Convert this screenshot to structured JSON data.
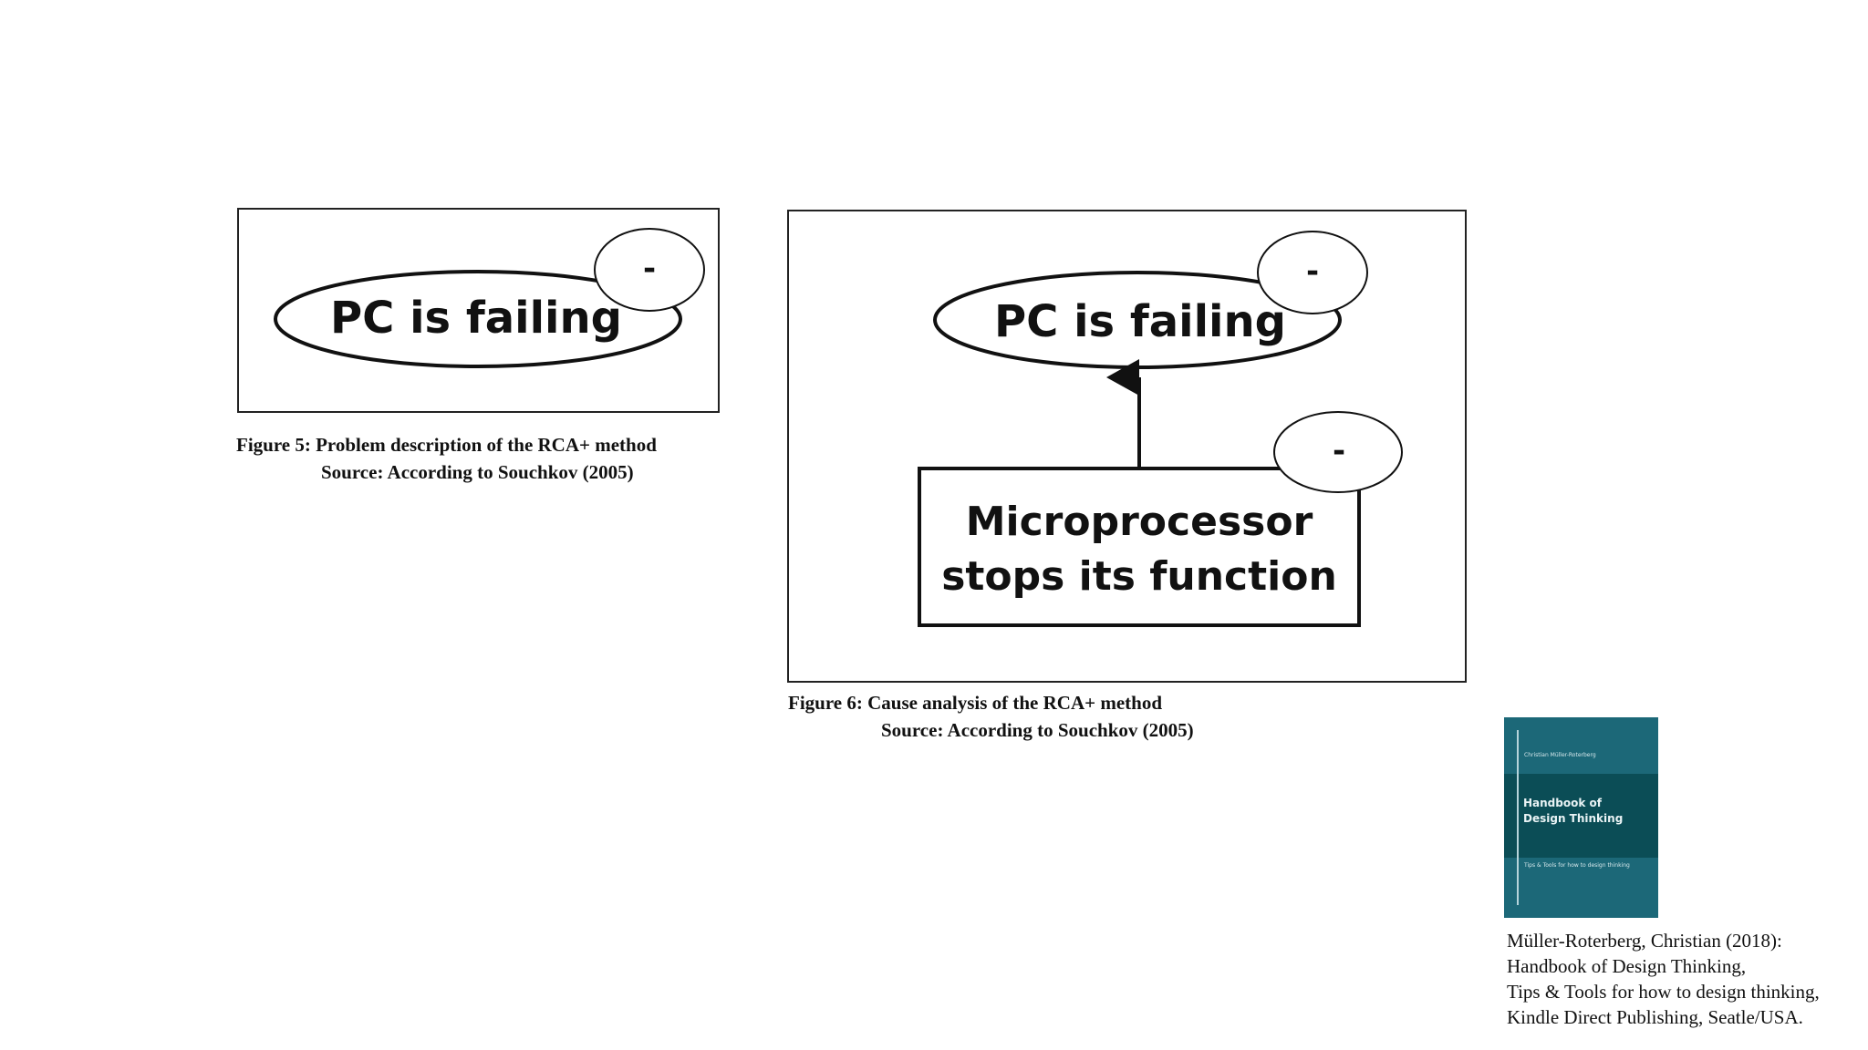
{
  "figure5": {
    "node_label": "PC is failing",
    "polarity": "-",
    "caption_line1": "Figure 5: Problem description of the RCA+ method",
    "caption_line2": "Source: According to Souchkov (2005)"
  },
  "figure6": {
    "top_node_label": "PC is failing",
    "top_polarity": "-",
    "cause_line1": "Microprocessor",
    "cause_line2": "stops its function",
    "cause_polarity": "-",
    "caption_line1": "Figure 6: Cause analysis of the RCA+ method",
    "caption_line2": "Source: According to Souchkov (2005)"
  },
  "book": {
    "author": "Christian Müller-Roterberg",
    "title": "Handbook of\nDesign Thinking",
    "subtitle": "Tips & Tools for how to design thinking",
    "colors": {
      "cover": "#1c6878",
      "band": "#0b4d56"
    }
  },
  "reference": {
    "line1": "Müller-Roterberg, Christian (2018):",
    "line2": "Handbook of Design Thinking,",
    "line3": "Tips & Tools for how to design thinking,",
    "line4": "Kindle Direct Publishing, Seatle/USA."
  }
}
